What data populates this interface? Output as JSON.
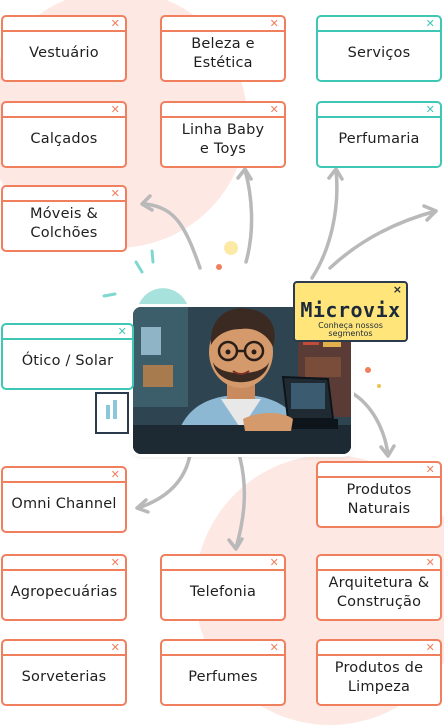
{
  "brand": {
    "title": "Microvix",
    "subtitle": "Conheça nossos segmentos",
    "close_icon": "×"
  },
  "segments": [
    {
      "label": "Vestuário",
      "variant": "orange"
    },
    {
      "label": "Beleza e\nEstética",
      "variant": "orange"
    },
    {
      "label": "Serviços",
      "variant": "teal"
    },
    {
      "label": "Calçados",
      "variant": "orange"
    },
    {
      "label": "Linha Baby\ne Toys",
      "variant": "orange"
    },
    {
      "label": "Perfumaria",
      "variant": "teal"
    },
    {
      "label": "Móveis &\nColchões",
      "variant": "orange"
    },
    {
      "label": "Ótico / Solar",
      "variant": "teal"
    },
    {
      "label": "Produtos\nNaturais",
      "variant": "orange"
    },
    {
      "label": "Omni Channel",
      "variant": "orange"
    },
    {
      "label": "Agropecuárias",
      "variant": "orange"
    },
    {
      "label": "Telefonia",
      "variant": "orange"
    },
    {
      "label": "Arquitetura &\nConstrução",
      "variant": "orange"
    },
    {
      "label": "Sorveterias",
      "variant": "orange"
    },
    {
      "label": "Perfumes",
      "variant": "orange"
    },
    {
      "label": "Produtos de\nLimpeza",
      "variant": "orange"
    }
  ],
  "colors": {
    "orange": "#f07f5e",
    "teal": "#3fc7b6",
    "brand_yellow": "#ffe57a",
    "blob": "#fde8e4",
    "arrow": "#b9b9b9"
  },
  "icons": {
    "card_close": "close-icon",
    "brand_close": "close-icon",
    "arrows": "curved-arrow-icon"
  }
}
